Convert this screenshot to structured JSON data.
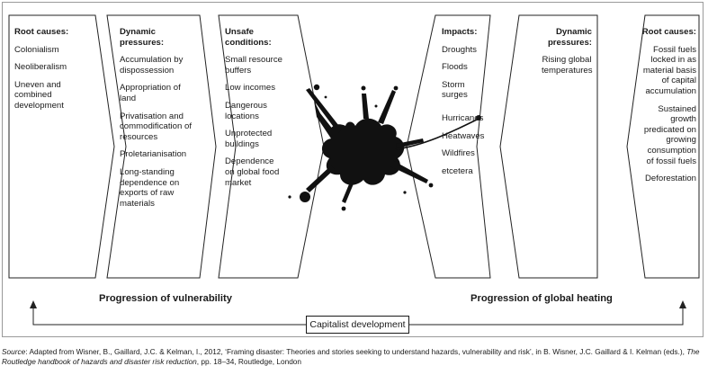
{
  "boxes": {
    "root_causes_left": {
      "head": "Root causes:",
      "items": [
        "Colonialism",
        "Neoliberalism",
        "Uneven and combined development"
      ]
    },
    "dynamic_pressures_left": {
      "head": "Dynamic pressures:",
      "items": [
        "Accumulation by dispossession",
        "Appropriation of land",
        "Privatisation and commodification of resources",
        "Proletarianisation",
        "Long-standing dependence on exports of raw materials"
      ]
    },
    "unsafe_conditions": {
      "head": "Unsafe conditions:",
      "items": [
        "Small resource buffers",
        "Low incomes",
        "Dangerous locations",
        "Unprotected buildings",
        "Dependence on global food market"
      ]
    },
    "impacts": {
      "head": "Impacts:",
      "items": [
        "Droughts",
        "Floods",
        "Storm surges",
        "Hurricanes",
        "Heatwaves",
        "Wildfires",
        "etcetera"
      ]
    },
    "dynamic_pressures_right": {
      "head": "Dynamic pressures:",
      "items": [
        "Rising global temperatures"
      ]
    },
    "root_causes_right": {
      "head": "Root causes:",
      "items": [
        "Fossil fuels locked in as material basis of capital accumulation",
        "Sustained growth predicated on growing consumption of fossil fuels",
        "Deforestation"
      ]
    }
  },
  "labels": {
    "progression_vulnerability": "Progression of vulnerability",
    "progression_heating": "Progression of global heating",
    "capitalist_development": "Capitalist development"
  },
  "source": {
    "prefix": "Source",
    "text_1": ": Adapted from Wisner, B., Gaillard, J.C. & Kelman, I., 2012, ‘Framing disaster: Theories and stories seeking to understand hazards, vulnerability and risk’, in B. Wisner, J.C. Gaillard & I. Kelman (eds.), ",
    "book": "The Routledge handbook of hazards and disaster risk reduction",
    "text_2": ", pp. 18–34, Routledge, London"
  }
}
